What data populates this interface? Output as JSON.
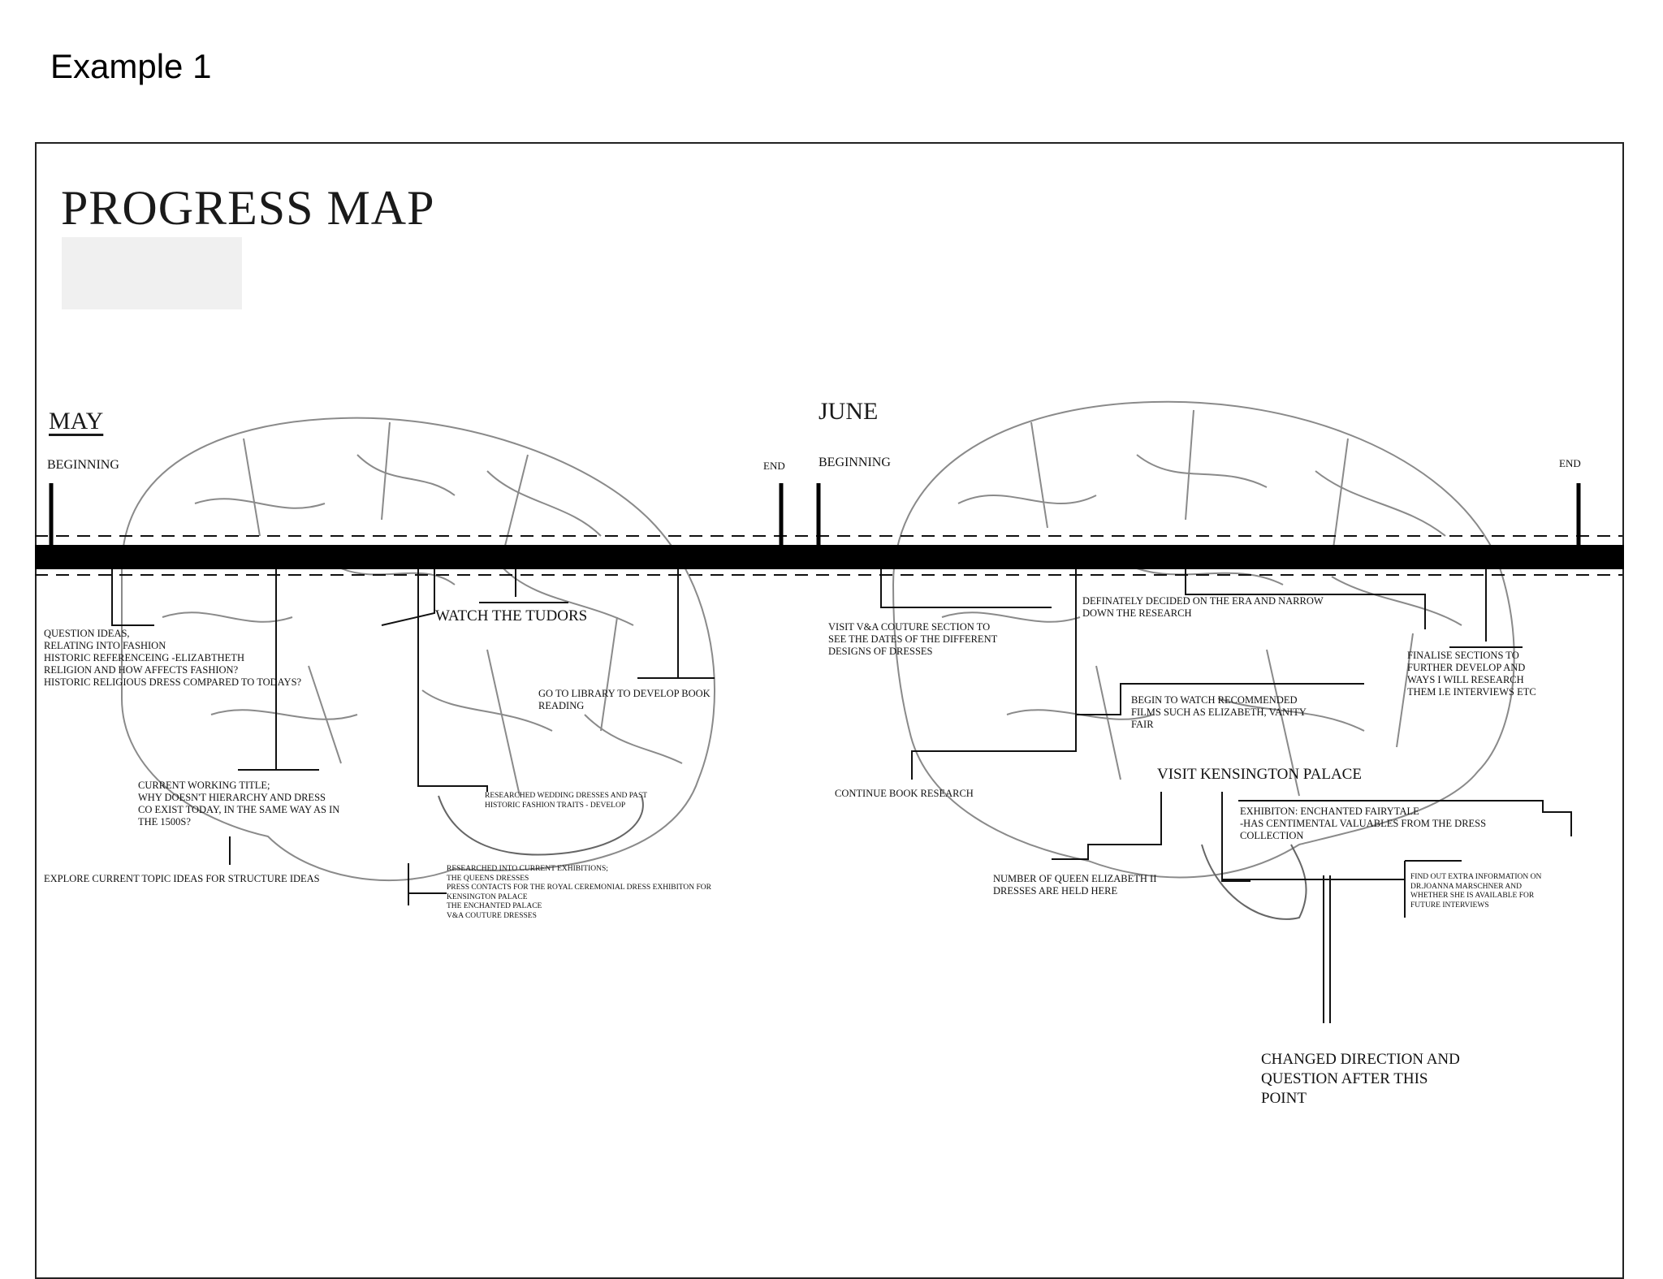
{
  "page": {
    "heading": "Example 1",
    "title": "PROGRESS MAP"
  },
  "may": {
    "month": "MAY",
    "begin": "BEGINNING",
    "end": "END",
    "notes": {
      "question_ideas": "QUESTION IDEAS,\nRELATING INTO FASHION\nHISTORIC REFERENCEING -ELIZABTHETH\nRELIGION AND HOW AFFECTS FASHION?\nHISTORIC RELIGIOUS DRESS COMPARED TO TODAYS?",
      "watch_tudors": "WATCH THE TUDORS",
      "library": "GO TO LIBRARY TO DEVELOP BOOK\nREADING",
      "working_title": "CURRENT WORKING TITLE;\nWHY DOESN'T HIERARCHY AND DRESS\nCO EXIST TODAY, IN THE SAME WAY AS IN\nTHE 1500S?",
      "wedding_dresses": "RESEARCHED WEDDING DRESSES AND PAST\nHISTORIC FASHION TRAITS - DEVELOP",
      "explore_topics": "EXPLORE CURRENT TOPIC IDEAS FOR STRUCTURE IDEAS",
      "exhibitions": "RESEARCHED INTO CURRENT EXHIBITIONS;\nTHE QUEENS DRESSES\nPRESS CONTACTS FOR THE ROYAL CEREMONIAL DRESS EXHIBITON FOR\nKENSINGTON PALACE\nTHE ENCHANTED PALACE\nV&A COUTURE DRESSES"
    }
  },
  "june": {
    "month": "JUNE",
    "begin": "BEGINNING",
    "end": "END",
    "notes": {
      "va_couture": "VISIT V&A COUTURE SECTION TO\nSEE THE DATES OF THE DIFFERENT\nDESIGNS OF DRESSES",
      "decided_era": "DEFINATELY DECIDED ON THE ERA AND NARROW\nDOWN THE RESEARCH",
      "finalise": "FINALISE SECTIONS TO\nFURTHER DEVELOP AND\nWAYS I WILL RESEARCH\nTHEM I.E INTERVIEWS ETC",
      "films": "BEGIN TO WATCH RECOMMENDED\nFILMS SUCH AS ELIZABETH, VANITY\nFAIR",
      "book_research": "CONTINUE BOOK RESEARCH",
      "kensington": "VISIT KENSINGTON PALACE",
      "exhibition": "EXHIBITON: ENCHANTED FAIRYTALE\n-HAS CENTIMENTAL VALUABLES FROM THE DRESS\nCOLLECTION",
      "queen_dresses": "NUMBER OF QUEEN ELIZABETH II\nDRESSES ARE HELD HERE",
      "extra_info": "FIND OUT EXTRA INFORMATION ON\nDR.JOANNA MARSCHNER AND\nWHETHER SHE IS AVAILABLE FOR\nFUTURE INTERVIEWS",
      "changed_direction": "CHANGED DIRECTION AND\nQUESTION AFTER THIS\nPOINT"
    }
  },
  "colors": {
    "ink": "#111111",
    "title_box": "#f0f0f0",
    "brain_line": "#8a8a8a"
  }
}
